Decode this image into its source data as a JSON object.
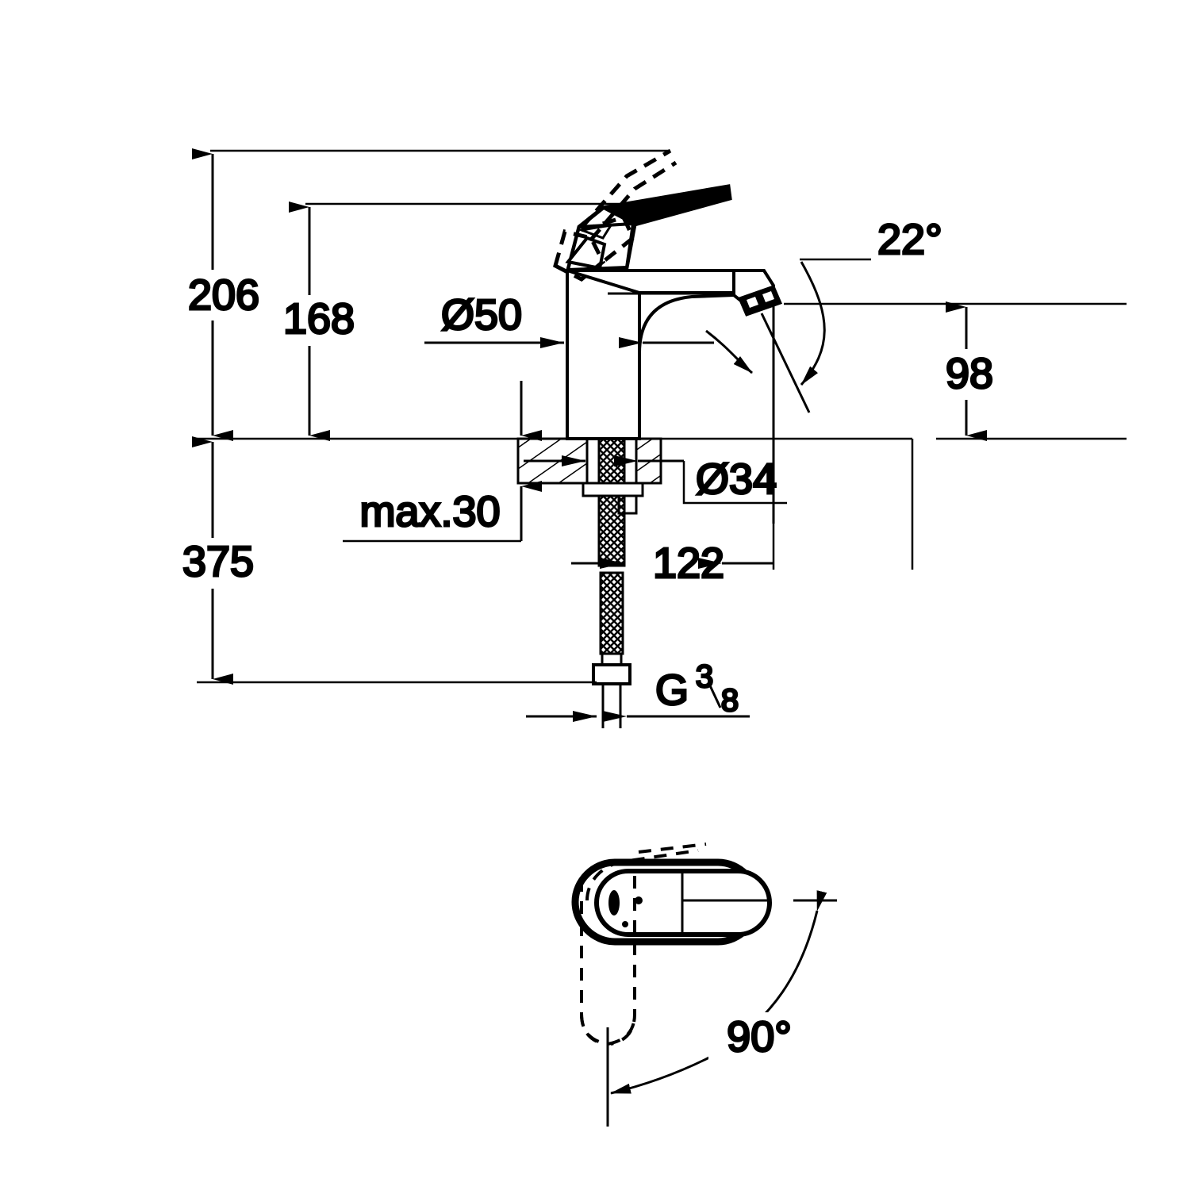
{
  "drawing": {
    "title": "Single-lever basin mixer dimension drawing",
    "units": "mm",
    "line_color": "#000000",
    "background_color": "#ffffff"
  },
  "views": {
    "elevation": {
      "name": "front-elevation-view"
    },
    "plan": {
      "name": "top-plan-view"
    }
  },
  "dimensions": {
    "overall_height_open": "206",
    "height_closed": "168",
    "body_diameter": "Ø50",
    "hole_diameter": "Ø34",
    "max_deck_thickness": "max.30",
    "spout_height": "98",
    "total_length": "375",
    "hose_length": "122",
    "thread": {
      "prefix": "G",
      "numerator": "3",
      "denominator": "8"
    }
  },
  "angles": {
    "spout_tilt": "22°",
    "lever_swivel": "90°"
  }
}
